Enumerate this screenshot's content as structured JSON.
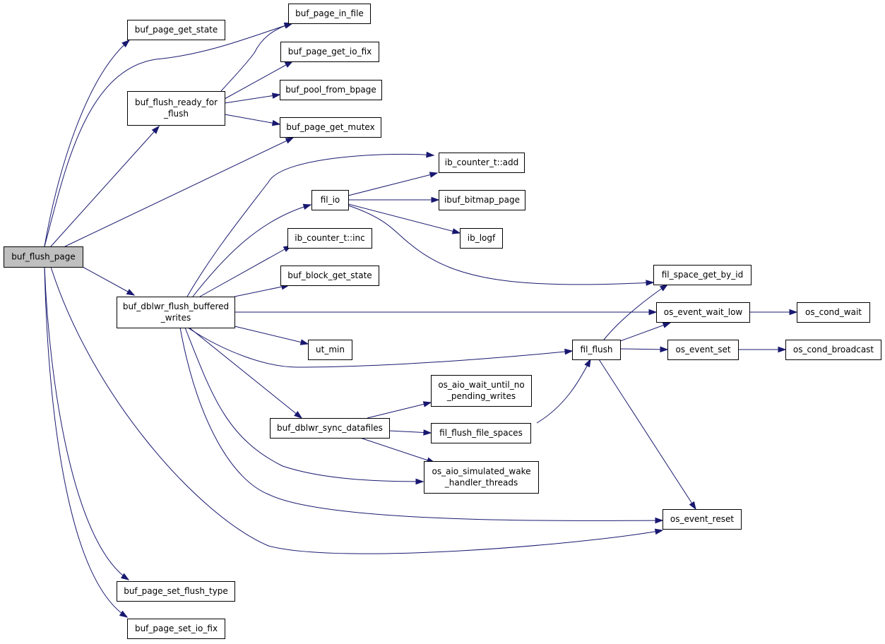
{
  "colors": {
    "edge": "#191970",
    "node_border": "#000000",
    "root_fill": "#bfbfbf",
    "node_fill": "#ffffff",
    "background": "#ffffff"
  },
  "nodes": [
    {
      "id": "buf_flush_page",
      "label": "buf_flush_page",
      "root": true
    },
    {
      "id": "buf_page_get_state",
      "label": "buf_page_get_state"
    },
    {
      "id": "buf_page_in_file",
      "label": "buf_page_in_file"
    },
    {
      "id": "buf_page_get_io_fix",
      "label": "buf_page_get_io_fix"
    },
    {
      "id": "buf_pool_from_bpage",
      "label": "buf_pool_from_bpage"
    },
    {
      "id": "buf_flush_ready_for_flush",
      "label": [
        "buf_flush_ready_for",
        "_flush"
      ]
    },
    {
      "id": "buf_page_get_mutex",
      "label": "buf_page_get_mutex"
    },
    {
      "id": "ib_counter_add",
      "label": "ib_counter_t::add"
    },
    {
      "id": "fil_io",
      "label": "fil_io"
    },
    {
      "id": "ibuf_bitmap_page",
      "label": "ibuf_bitmap_page"
    },
    {
      "id": "ib_logf",
      "label": "ib_logf"
    },
    {
      "id": "ib_counter_inc",
      "label": "ib_counter_t::inc"
    },
    {
      "id": "buf_block_get_state",
      "label": "buf_block_get_state"
    },
    {
      "id": "fil_space_get_by_id",
      "label": "fil_space_get_by_id"
    },
    {
      "id": "buf_dblwr_flush_buffered_writes",
      "label": [
        "buf_dblwr_flush_buffered",
        "_writes"
      ]
    },
    {
      "id": "os_event_wait_low",
      "label": "os_event_wait_low"
    },
    {
      "id": "os_cond_wait",
      "label": "os_cond_wait"
    },
    {
      "id": "ut_min",
      "label": "ut_min"
    },
    {
      "id": "fil_flush",
      "label": "fil_flush"
    },
    {
      "id": "os_event_set",
      "label": "os_event_set"
    },
    {
      "id": "os_cond_broadcast",
      "label": "os_cond_broadcast"
    },
    {
      "id": "os_aio_wait_until_no_pending_writes",
      "label": [
        "os_aio_wait_until_no",
        "_pending_writes"
      ]
    },
    {
      "id": "buf_dblwr_sync_datafiles",
      "label": "buf_dblwr_sync_datafiles"
    },
    {
      "id": "fil_flush_file_spaces",
      "label": "fil_flush_file_spaces"
    },
    {
      "id": "os_aio_simulated_wake_handler_threads",
      "label": [
        "os_aio_simulated_wake",
        "_handler_threads"
      ]
    },
    {
      "id": "os_event_reset",
      "label": "os_event_reset"
    },
    {
      "id": "buf_page_set_flush_type",
      "label": "buf_page_set_flush_type"
    },
    {
      "id": "buf_page_set_io_fix",
      "label": "buf_page_set_io_fix"
    }
  ],
  "edges": [
    {
      "from": "buf_flush_page",
      "to": "buf_page_get_state"
    },
    {
      "from": "buf_flush_page",
      "to": "buf_page_in_file"
    },
    {
      "from": "buf_flush_page",
      "to": "buf_flush_ready_for_flush"
    },
    {
      "from": "buf_flush_page",
      "to": "buf_page_get_mutex"
    },
    {
      "from": "buf_flush_page",
      "to": "buf_dblwr_flush_buffered_writes"
    },
    {
      "from": "buf_flush_page",
      "to": "os_event_reset"
    },
    {
      "from": "buf_flush_page",
      "to": "buf_page_set_flush_type"
    },
    {
      "from": "buf_flush_page",
      "to": "buf_page_set_io_fix"
    },
    {
      "from": "buf_flush_ready_for_flush",
      "to": "buf_page_in_file"
    },
    {
      "from": "buf_flush_ready_for_flush",
      "to": "buf_page_get_io_fix"
    },
    {
      "from": "buf_flush_ready_for_flush",
      "to": "buf_pool_from_bpage"
    },
    {
      "from": "buf_flush_ready_for_flush",
      "to": "buf_page_get_mutex"
    },
    {
      "from": "buf_dblwr_flush_buffered_writes",
      "to": "ib_counter_add"
    },
    {
      "from": "buf_dblwr_flush_buffered_writes",
      "to": "fil_io"
    },
    {
      "from": "buf_dblwr_flush_buffered_writes",
      "to": "ib_counter_inc"
    },
    {
      "from": "buf_dblwr_flush_buffered_writes",
      "to": "buf_block_get_state"
    },
    {
      "from": "buf_dblwr_flush_buffered_writes",
      "to": "os_event_wait_low"
    },
    {
      "from": "buf_dblwr_flush_buffered_writes",
      "to": "ut_min"
    },
    {
      "from": "buf_dblwr_flush_buffered_writes",
      "to": "fil_flush"
    },
    {
      "from": "buf_dblwr_flush_buffered_writes",
      "to": "buf_dblwr_sync_datafiles"
    },
    {
      "from": "buf_dblwr_flush_buffered_writes",
      "to": "os_aio_simulated_wake_handler_threads"
    },
    {
      "from": "buf_dblwr_flush_buffered_writes",
      "to": "os_event_reset"
    },
    {
      "from": "fil_io",
      "to": "ib_counter_add"
    },
    {
      "from": "fil_io",
      "to": "ibuf_bitmap_page"
    },
    {
      "from": "fil_io",
      "to": "ib_logf"
    },
    {
      "from": "fil_io",
      "to": "fil_space_get_by_id"
    },
    {
      "from": "fil_flush",
      "to": "fil_space_get_by_id"
    },
    {
      "from": "fil_flush",
      "to": "os_event_wait_low"
    },
    {
      "from": "fil_flush",
      "to": "os_event_set"
    },
    {
      "from": "fil_flush",
      "to": "os_event_reset"
    },
    {
      "from": "os_event_wait_low",
      "to": "os_cond_wait"
    },
    {
      "from": "os_event_set",
      "to": "os_cond_broadcast"
    },
    {
      "from": "buf_dblwr_sync_datafiles",
      "to": "os_aio_wait_until_no_pending_writes"
    },
    {
      "from": "buf_dblwr_sync_datafiles",
      "to": "fil_flush_file_spaces"
    },
    {
      "from": "buf_dblwr_sync_datafiles",
      "to": "os_aio_simulated_wake_handler_threads"
    },
    {
      "from": "fil_flush_file_spaces",
      "to": "fil_flush"
    }
  ]
}
